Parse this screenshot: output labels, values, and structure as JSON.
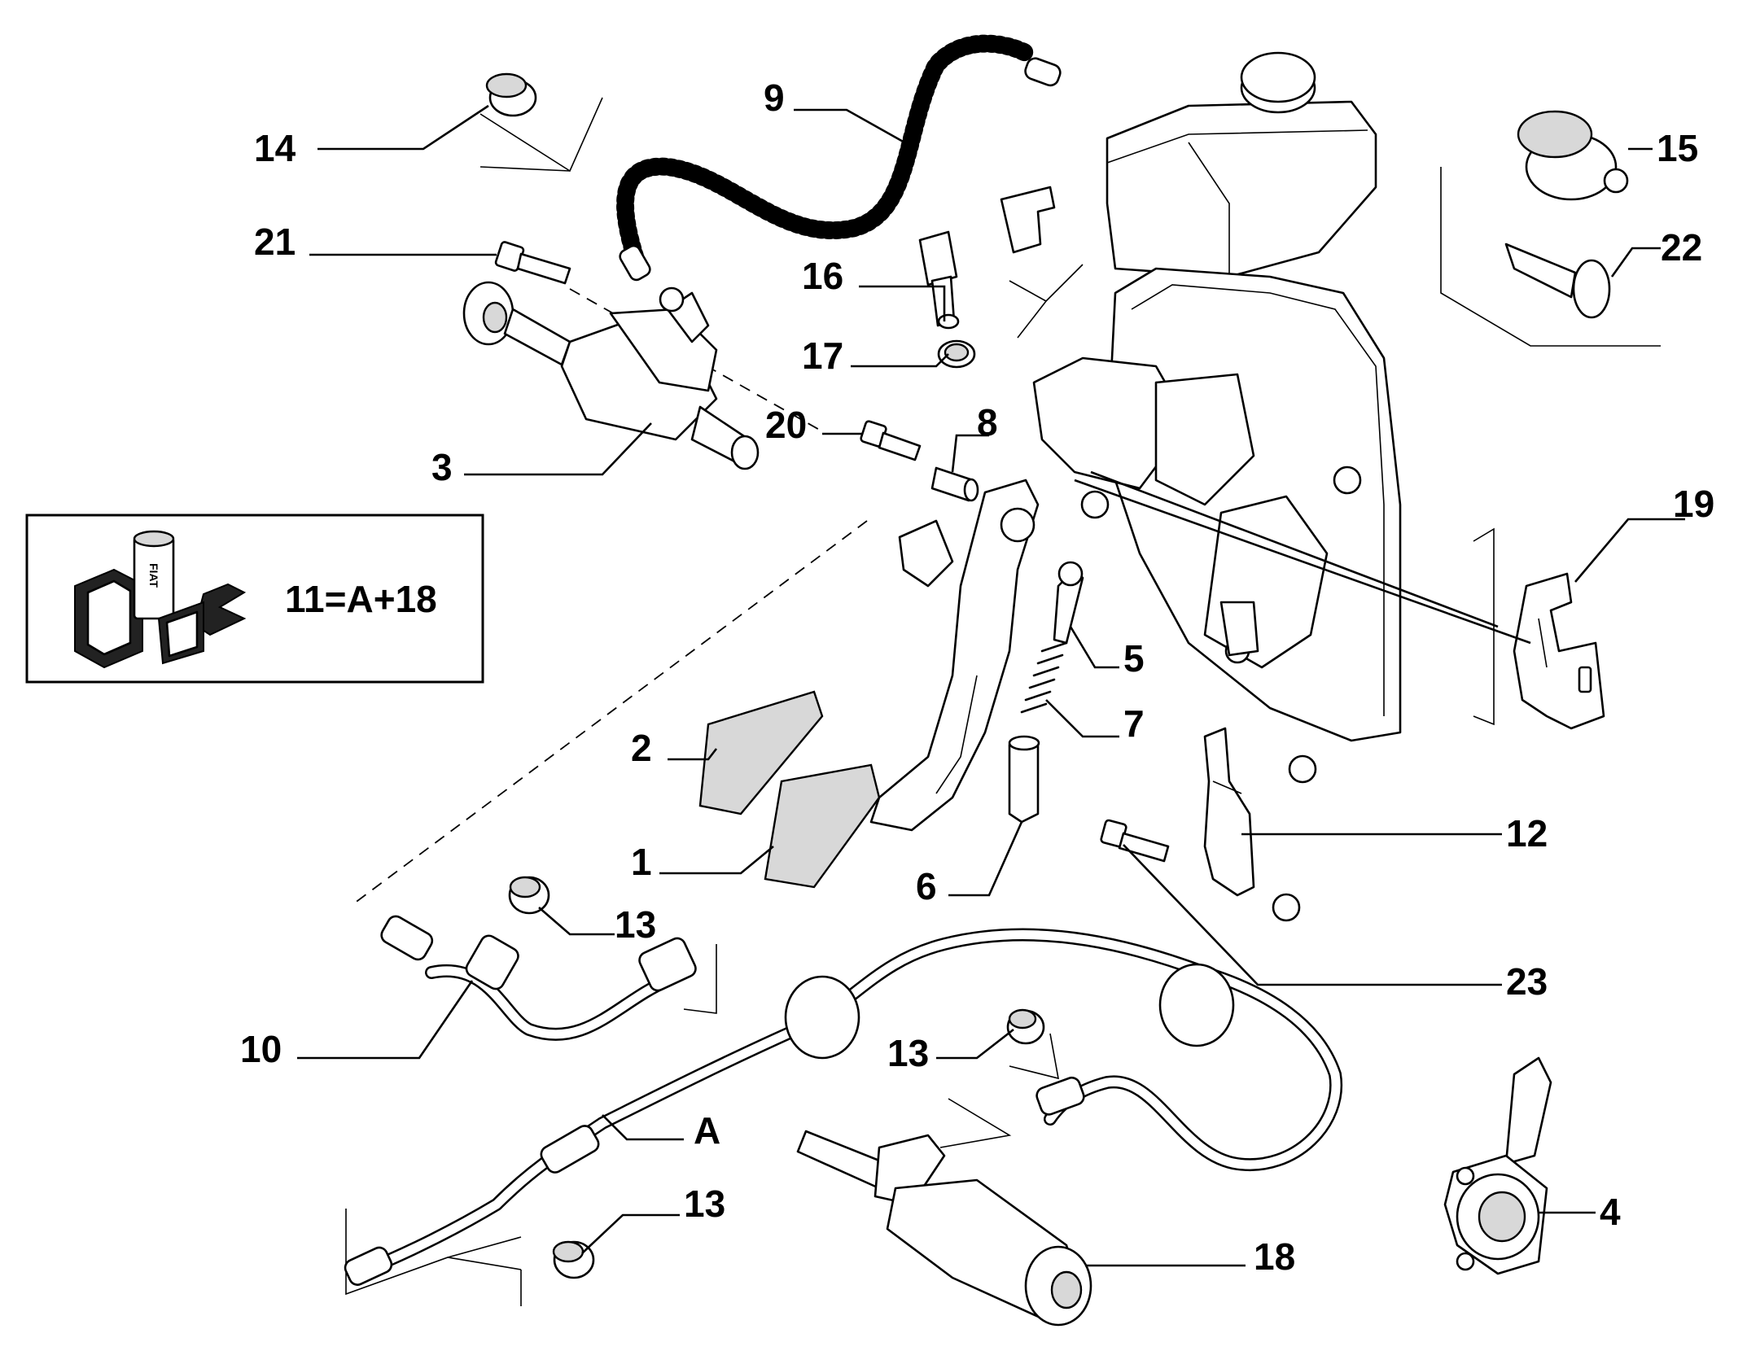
{
  "legend": {
    "formula": "11=A+18",
    "logo_text": "FIAT"
  },
  "callouts": [
    {
      "id": "c1",
      "label": "1"
    },
    {
      "id": "c2",
      "label": "2"
    },
    {
      "id": "c3",
      "label": "3"
    },
    {
      "id": "c4",
      "label": "4"
    },
    {
      "id": "c5",
      "label": "5"
    },
    {
      "id": "c6",
      "label": "6"
    },
    {
      "id": "c7",
      "label": "7"
    },
    {
      "id": "c8",
      "label": "8"
    },
    {
      "id": "c9",
      "label": "9"
    },
    {
      "id": "c10",
      "label": "10"
    },
    {
      "id": "c12",
      "label": "12"
    },
    {
      "id": "c13a",
      "label": "13"
    },
    {
      "id": "c13b",
      "label": "13"
    },
    {
      "id": "c13c",
      "label": "13"
    },
    {
      "id": "c14",
      "label": "14"
    },
    {
      "id": "c15",
      "label": "15"
    },
    {
      "id": "c16",
      "label": "16"
    },
    {
      "id": "c17",
      "label": "17"
    },
    {
      "id": "c18",
      "label": "18"
    },
    {
      "id": "c19",
      "label": "19"
    },
    {
      "id": "c20",
      "label": "20"
    },
    {
      "id": "c21",
      "label": "21"
    },
    {
      "id": "c22",
      "label": "22"
    },
    {
      "id": "c23",
      "label": "23"
    },
    {
      "id": "cA",
      "label": "A"
    }
  ]
}
